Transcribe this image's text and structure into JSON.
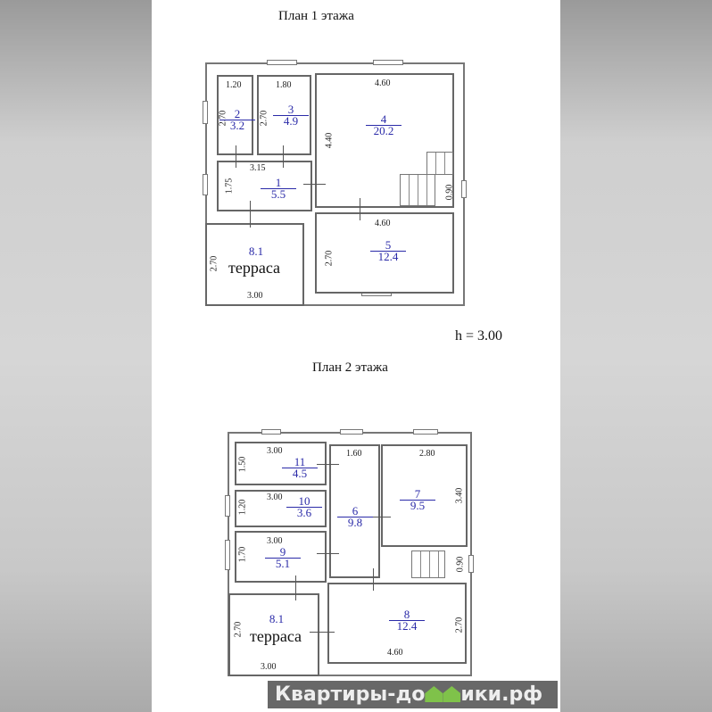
{
  "floor1": {
    "title": "План 1 этажа",
    "height_label": "h = 3.00",
    "rooms": [
      {
        "num": "1",
        "area": "5.5",
        "w": "3.15",
        "h": "1.75"
      },
      {
        "num": "2",
        "area": "3.2",
        "w": "1.20",
        "h": "2.70"
      },
      {
        "num": "3",
        "area": "4.9",
        "w": "1.80",
        "h": "2.70"
      },
      {
        "num": "4",
        "area": "20.2",
        "w": "4.60",
        "h": "4.40"
      },
      {
        "num": "5",
        "area": "12.4",
        "w": "4.60",
        "h": "2.70"
      }
    ],
    "terrace": {
      "area": "8.1",
      "label": "терраса",
      "w": "3.00",
      "h": "2.70"
    },
    "stairs_w": "0.90"
  },
  "floor2": {
    "title": "План 2 этажа",
    "rooms": [
      {
        "num": "6",
        "area": "9.8",
        "w": "1.60"
      },
      {
        "num": "7",
        "area": "9.5",
        "w": "2.80",
        "h": "3.40"
      },
      {
        "num": "8",
        "area": "12.4",
        "w": "4.60",
        "h": "2.70"
      },
      {
        "num": "9",
        "area": "5.1",
        "w": "3.00",
        "h": "1.70"
      },
      {
        "num": "10",
        "area": "3.6",
        "w": "3.00",
        "h": "1.20"
      },
      {
        "num": "11",
        "area": "4.5",
        "w": "3.00",
        "h": "1.50"
      }
    ],
    "terrace": {
      "area": "8.1",
      "label": "терраса",
      "w": "3.00",
      "h": "2.70"
    },
    "stairs_w": "0.90"
  },
  "watermark": {
    "text": "Квартиры-домики.рф",
    "part1": "Квартиры-до",
    "part2": "ики.рф",
    "colors": {
      "bg": "#686868",
      "house": "#7fc24a"
    }
  },
  "colors": {
    "room_label": "#2a2aa8",
    "wall": "#666666"
  }
}
